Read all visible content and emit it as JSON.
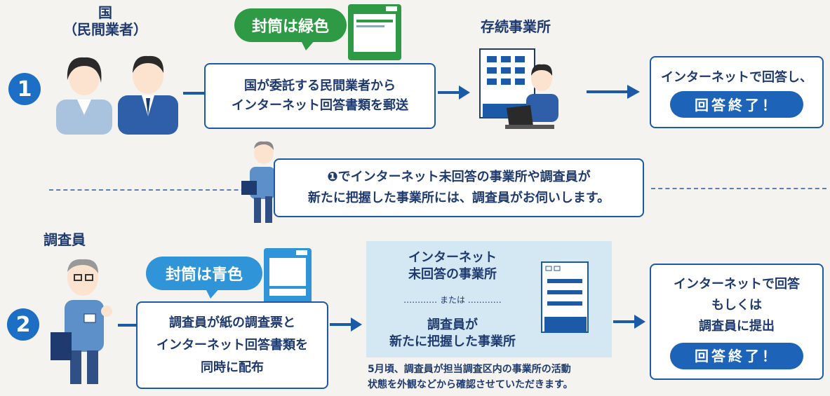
{
  "row1": {
    "step_number": "1",
    "actor_title": "国",
    "actor_subtitle": "（民間業者）",
    "envelope_label": "封筒は緑色",
    "process_line1": "国が委託する民間業者から",
    "process_line2": "インターネット回答書類を郵送",
    "destination_title": "存続事業所",
    "result_line1": "インターネットで回答し、",
    "done_label": "回答終了！"
  },
  "middle": {
    "note_line1": "❶でインターネット未回答の事業所や調査員が",
    "note_line2": "新たに把握した事業所には、調査員がお伺いします。"
  },
  "row2": {
    "step_number": "2",
    "actor_title": "調査員",
    "envelope_label": "封筒は青色",
    "process_line1": "調査員が紙の調査票と",
    "process_line2": "インターネット回答書類を",
    "process_line3": "同時に配布",
    "target_line1": "インターネット",
    "target_line2": "未回答の事業所",
    "target_or": "………… または …………",
    "target_line3": "調査員が",
    "target_line4": "新たに把握した事業所",
    "footnote_line1": "5月頃、調査員が担当調査区内の事業所の活動",
    "footnote_line2": "状態を外観などから確認させていただきます。",
    "result_line1": "インターネットで回答",
    "result_line2": "もしくは",
    "result_line3": "調査員に提出",
    "done_label": "回答終了！"
  },
  "colors": {
    "primary_blue": "#1c5aa8",
    "green": "#2f9a45",
    "light_blue": "#2f94d8"
  }
}
